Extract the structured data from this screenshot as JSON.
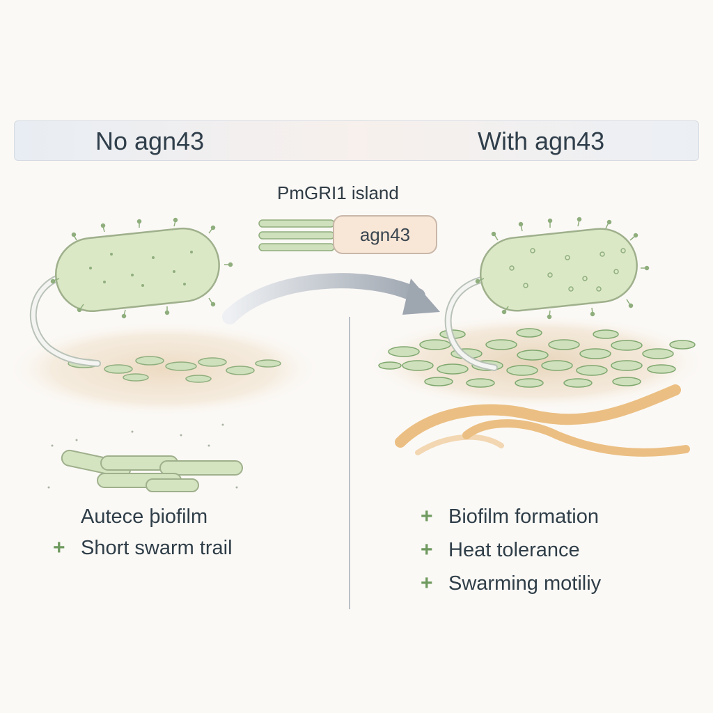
{
  "header": {
    "left_label": "No agn43",
    "right_label": "With agn43"
  },
  "island": {
    "label": "PmGRI1 island",
    "gene_label": "agn43"
  },
  "left_panel": {
    "traits": [
      {
        "marker": "",
        "text": "Autece þiofilm"
      },
      {
        "marker": "+",
        "text": "Short swarm trail"
      }
    ]
  },
  "right_panel": {
    "traits": [
      {
        "marker": "+",
        "text": "Biofilm formation"
      },
      {
        "marker": "+",
        "text": "Heat tolerance"
      },
      {
        "marker": "+",
        "text": "Swarming motiliy"
      }
    ]
  },
  "colors": {
    "cell_fill": "#dbe8c6",
    "cell_outline": "#9fb08c",
    "biofilm_green": "#7fa76e",
    "surface_tan": "#ecd9c0",
    "swarm_orange": "#e9b66f",
    "arrow_gray": "#a6adb6",
    "plus_green": "#6f9a5f"
  }
}
